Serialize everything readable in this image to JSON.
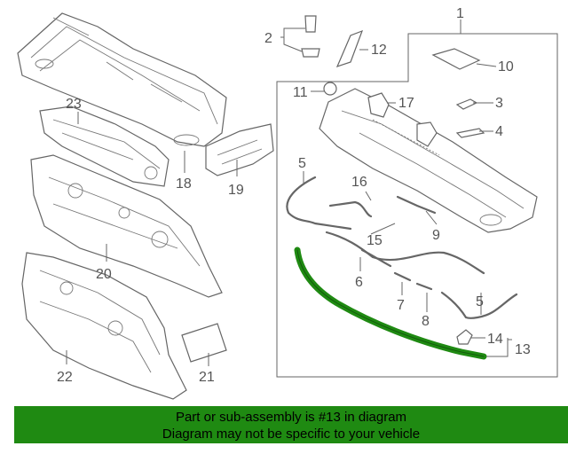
{
  "callouts": {
    "c1": "1",
    "c2": "2",
    "c3": "3",
    "c4": "4",
    "c5a": "5",
    "c5b": "5",
    "c6": "6",
    "c7": "7",
    "c8": "8",
    "c9": "9",
    "c10": "10",
    "c11": "11",
    "c12": "12",
    "c13": "13",
    "c14": "14",
    "c15": "15",
    "c16": "16",
    "c17": "17",
    "c18": "18",
    "c19": "19",
    "c20": "20",
    "c21": "21",
    "c22": "22",
    "c23": "23"
  },
  "highlight": {
    "part": "13",
    "color": "#1f8a12"
  },
  "banner": {
    "line1": "Part or sub-assembly is #13 in diagram",
    "line2": "Diagram may not be specific to your vehicle",
    "color": "#1f8a12"
  }
}
